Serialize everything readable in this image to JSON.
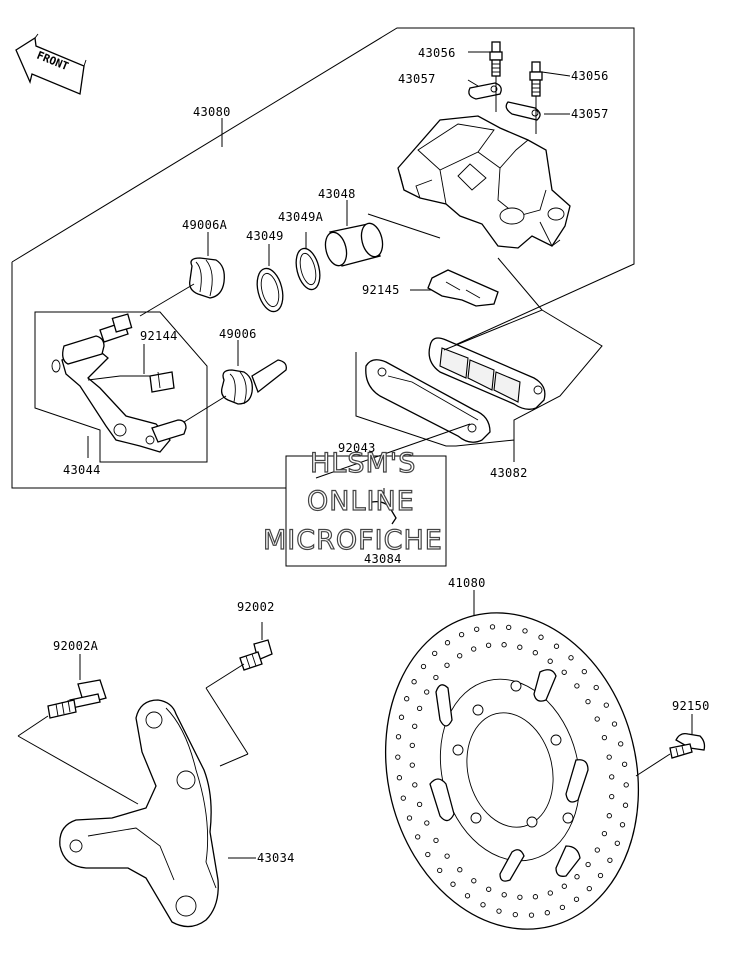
{
  "parts": {
    "p43056a": "43056",
    "p43056b": "43056",
    "p43057a": "43057",
    "p43057b": "43057",
    "p43080": "43080",
    "p43048": "43048",
    "p49006a": "49006A",
    "p43049a": "43049A",
    "p43049": "43049",
    "p92145": "92145",
    "p92144": "92144",
    "p49006": "49006",
    "p43044": "43044",
    "p92043": "92043",
    "p43082": "43082",
    "p43084": "43084",
    "p41080": "41080",
    "p92002": "92002",
    "p92002a": "92002A",
    "p92150": "92150",
    "p43034": "43034"
  },
  "front_arrow": {
    "label": "FRONT"
  },
  "watermark": {
    "line1": "HLSM'S",
    "line2": "ONLINE",
    "line3": "MICROFICHE"
  }
}
